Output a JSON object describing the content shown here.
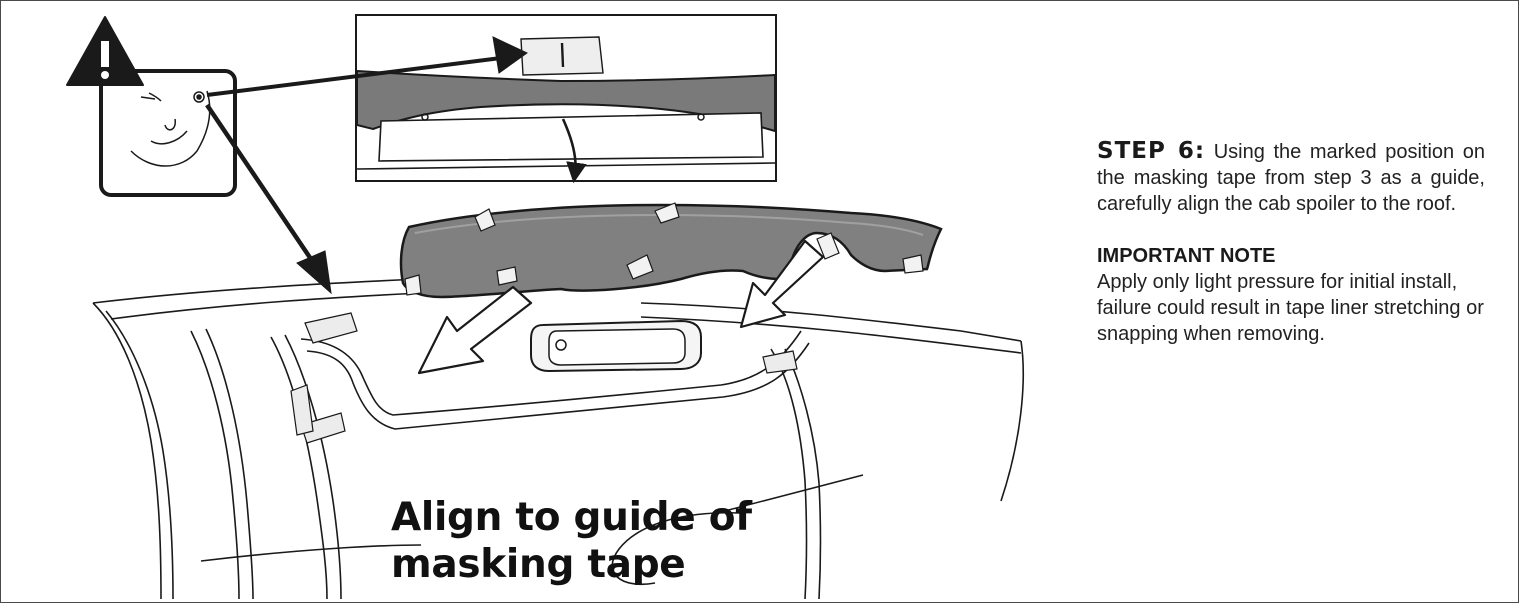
{
  "illustration": {
    "callout": {
      "line1": "Align to guide of",
      "line2": "masking tape"
    }
  },
  "instructions": {
    "step_label": "STEP 6:",
    "step_text": "Using the marked position on the masking tape from step 3 as a guide, carefully align the cab spoiler to the roof.",
    "note_heading": "IMPORTANT NOTE",
    "note_text": "Apply only light pressure for initial install, failure could result in tape liner stretching or snapping when removing."
  },
  "colors": {
    "spoiler": "#808080",
    "spoiler_dark": "#5e5e5e",
    "line": "#1a1a1a",
    "tape": "#ececec"
  }
}
